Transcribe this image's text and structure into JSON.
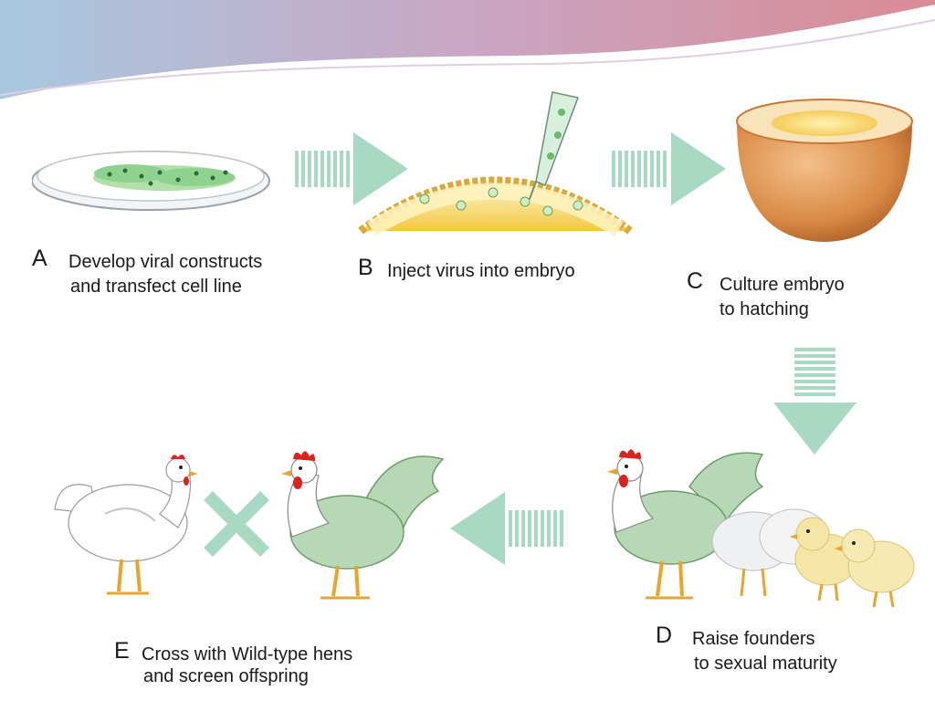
{
  "steps": [
    {
      "id": "A",
      "letter": "A",
      "line1": "Develop viral constructs",
      "line2": "and transfect cell line",
      "illustration": "petri-dish"
    },
    {
      "id": "B",
      "letter": "B",
      "line1": "Inject virus into embryo",
      "line2": "",
      "illustration": "syringe-injecting-embryo"
    },
    {
      "id": "C",
      "letter": "C",
      "line1": "Culture embryo",
      "line2": "to hatching",
      "illustration": "egg-cup-culture"
    },
    {
      "id": "D",
      "letter": "D",
      "line1": "Raise founders",
      "line2": "to sexual maturity",
      "illustration": "rooster-with-chicks"
    },
    {
      "id": "E",
      "letter": "E",
      "line1": "Cross with Wild-type hens",
      "line2": "and screen offspring",
      "illustration": "hen-cross-rooster"
    }
  ],
  "flow": [
    {
      "from": "A",
      "to": "B",
      "direction": "right"
    },
    {
      "from": "B",
      "to": "C",
      "direction": "right"
    },
    {
      "from": "C",
      "to": "D",
      "direction": "down"
    },
    {
      "from": "D",
      "to": "E",
      "direction": "left"
    }
  ],
  "cross_symbol": "cross-icon",
  "colors": {
    "arrow": "#a8d9c3",
    "cell_green": "#8fd18f",
    "yolk": "#f7d667",
    "egg_shell": "#c9783a",
    "transgenic_feather": "#b7d8b4",
    "comb_red": "#d8231f",
    "beak_yellow": "#e8a52b",
    "chick_yellow": "#f5e6a8",
    "text": "#1a1a1a"
  }
}
